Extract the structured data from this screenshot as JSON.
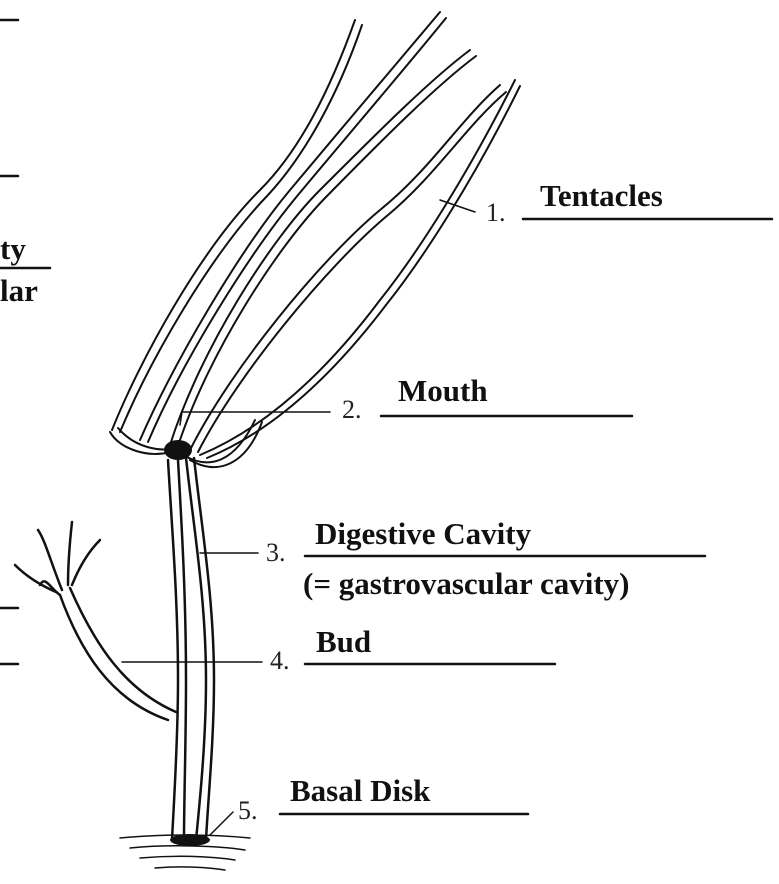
{
  "labels": [
    {
      "number": "1.",
      "answer": "Tentacles"
    },
    {
      "number": "2.",
      "answer": "Mouth"
    },
    {
      "number": "3.",
      "answer": "Digestive Cavity",
      "answer2": "(= gastrovascular cavity)"
    },
    {
      "number": "4.",
      "answer": "Bud"
    },
    {
      "number": "5.",
      "answer": "Basal Disk"
    }
  ],
  "cut_off_left": {
    "fragment_1": "ty",
    "fragment_2": "lar"
  },
  "colors": {
    "ink": "#111111",
    "paper": "#ffffff"
  }
}
